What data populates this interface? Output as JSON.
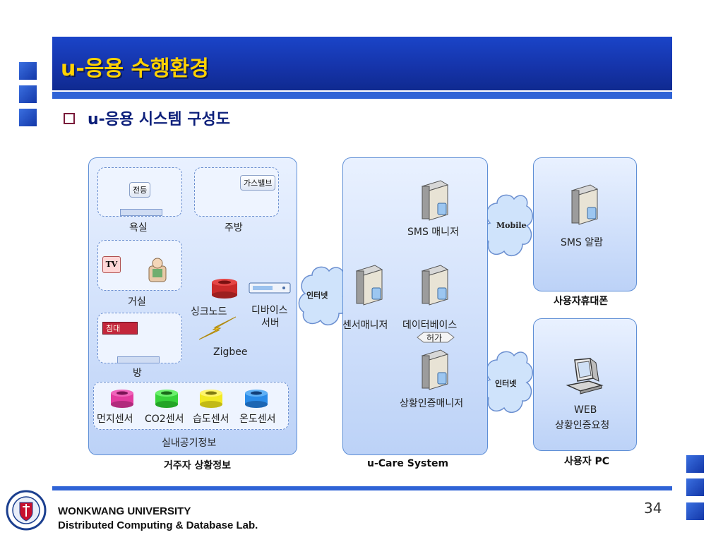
{
  "slide": {
    "title": "u-응용 수행환경",
    "subtitle": "u-응용 시스템 구성도",
    "page_number": "34",
    "university": "WONKWANG UNIVERSITY",
    "lab": "Distributed Computing & Database Lab."
  },
  "diagram": {
    "residence": {
      "caption": "거주자 상황정보",
      "bathroom": "욕실",
      "light": "전등",
      "kitchen": "주방",
      "gas_valve": "가스밸브",
      "living_room": "거실",
      "tv": "TV",
      "room": "방",
      "bed": "침대",
      "sink_node": "싱크노드",
      "device_server_1": "디바이스",
      "device_server_2": "서버",
      "zigbee": "Zigbee",
      "sensors": [
        "먼지센서",
        "CO2센서",
        "습도센서",
        "온도센서"
      ],
      "indoor_air": "실내공기정보"
    },
    "internet": "인터넷",
    "ucare": {
      "caption": "u-Care System",
      "sms_manager": "SMS  매니저",
      "sensor_manager": "센서매니저",
      "database": "데이터베이스",
      "permission": "허가",
      "auth_manager": "상황인증매니저"
    },
    "mobile": "Mobile",
    "phone": {
      "caption": "사용자휴대폰",
      "sms_alert": "SMS 알람"
    },
    "pc": {
      "caption": "사용자 PC",
      "web": "WEB",
      "auth_request": "상황인증요청"
    }
  }
}
